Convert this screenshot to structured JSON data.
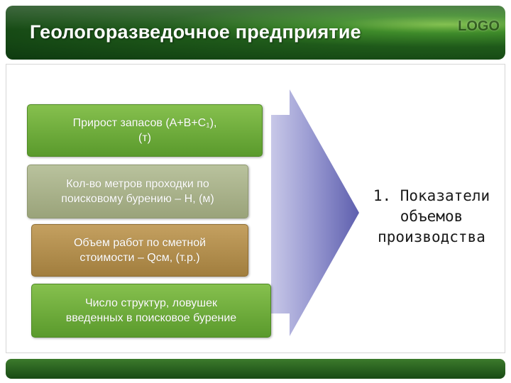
{
  "header": {
    "title": "Геологоразведочное предприятие",
    "logo": "LOGO"
  },
  "items": [
    {
      "line1": "Прирост запасов (А+В+С₁),",
      "line2": "(т)"
    },
    {
      "line1": "Кол-во метров проходки по",
      "line2": "поисковому бурению – Н, (м)"
    },
    {
      "line1": "Объем работ по сметной",
      "line2": "стоимости – Qсм, (т.р.)"
    },
    {
      "line1": "Число структур, ловушек",
      "line2": "введенных в поисковое бурение"
    }
  ],
  "result": {
    "line1": "1. Показатели",
    "line2": "объемов",
    "line3": "производства"
  },
  "colors": {
    "header_green": "#1f5a1a",
    "box_green": "#6aa83a",
    "box_khaki": "#a8b088",
    "box_brown": "#b08c4c",
    "arrow_purple": "#6f70b8"
  }
}
